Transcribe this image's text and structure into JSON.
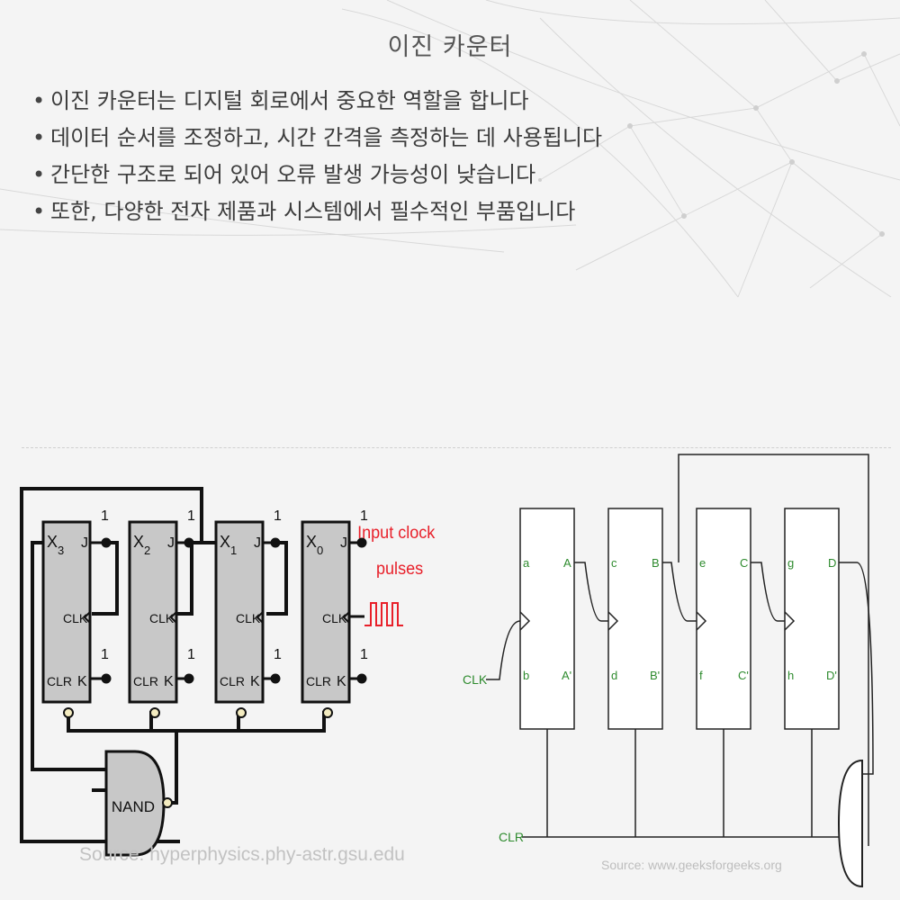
{
  "title": "이진 카운터",
  "bullets": [
    "이진 카운터는 디지털 회로에서 중요한 역할을 합니다",
    "데이터 순서를 조정하고, 시간 간격을 측정하는 데 사용됩니다",
    "간단한 구조로 되어 있어 오류 발생 가능성이 낮습니다",
    "또한, 다양한 전자 제품과 시스템에서 필수적인 부품입니다"
  ],
  "left_diagram": {
    "flipflops": [
      {
        "x_label": "X",
        "x_sub": "3",
        "j": "J",
        "clk": "CLK",
        "clr": "CLR",
        "k": "K",
        "one_top": "1",
        "one_bottom": "1"
      },
      {
        "x_label": "X",
        "x_sub": "2",
        "j": "J",
        "clk": "CLK",
        "clr": "CLR",
        "k": "K",
        "one_top": "1",
        "one_bottom": "1"
      },
      {
        "x_label": "X",
        "x_sub": "1",
        "j": "J",
        "clk": "CLK",
        "clr": "CLR",
        "k": "K",
        "one_top": "1",
        "one_bottom": "1"
      },
      {
        "x_label": "X",
        "x_sub": "0",
        "j": "J",
        "clk": "CLK",
        "clr": "CLR",
        "k": "K",
        "one_top": "1",
        "one_bottom": "1"
      }
    ],
    "input_clock_line1": "Input clock",
    "input_clock_line2": "pulses",
    "nand_label": "NAND",
    "source": "Source: hyperphysics.phy-astr.gsu.edu",
    "colors": {
      "ff_fill": "#c8c8c8",
      "wire": "#111111",
      "bubble": "#f4ecc0",
      "clock_text": "#e8202a"
    }
  },
  "right_diagram": {
    "flipflops": [
      {
        "in_top": "a",
        "in_bottom": "b",
        "out_top": "A",
        "out_bottom": "A'"
      },
      {
        "in_top": "c",
        "in_bottom": "d",
        "out_top": "B",
        "out_bottom": "B'"
      },
      {
        "in_top": "e",
        "in_bottom": "f",
        "out_top": "C",
        "out_bottom": "C'"
      },
      {
        "in_top": "g",
        "in_bottom": "h",
        "out_top": "D",
        "out_bottom": "D'"
      }
    ],
    "clk_label": "CLK",
    "clr_label": "CLR",
    "source": "Source: www.geeksforgeeks.org",
    "colors": {
      "label": "#2e8b2e",
      "wire": "#222222",
      "ff_fill": "#ffffff"
    }
  }
}
